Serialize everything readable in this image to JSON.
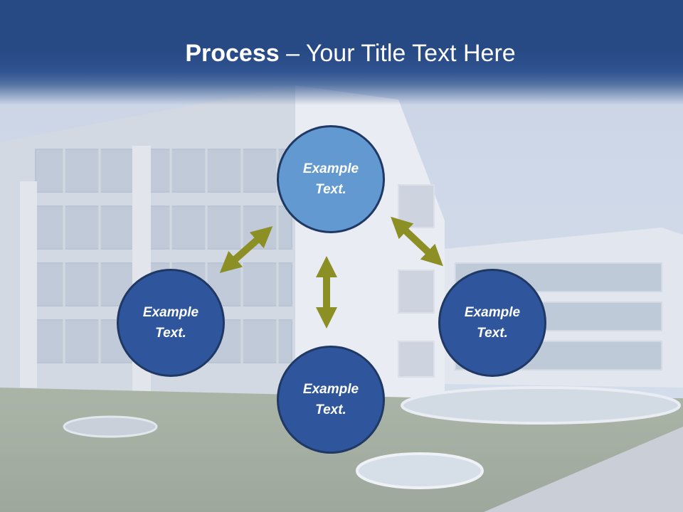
{
  "slide": {
    "title_bold": "Process",
    "title_rest": " – Your Title Text Here"
  },
  "nodes": [
    {
      "id": "top",
      "text": "Example Text."
    },
    {
      "id": "left",
      "text": "Example Text."
    },
    {
      "id": "right",
      "text": "Example Text."
    },
    {
      "id": "bottom",
      "text": "Example Text."
    }
  ],
  "colors": {
    "title_band": "#274a85",
    "node_top_fill": "#6299d0",
    "node_fill": "#2f569c",
    "node_border": "#1f3864",
    "arrow": "#8c8f24"
  }
}
